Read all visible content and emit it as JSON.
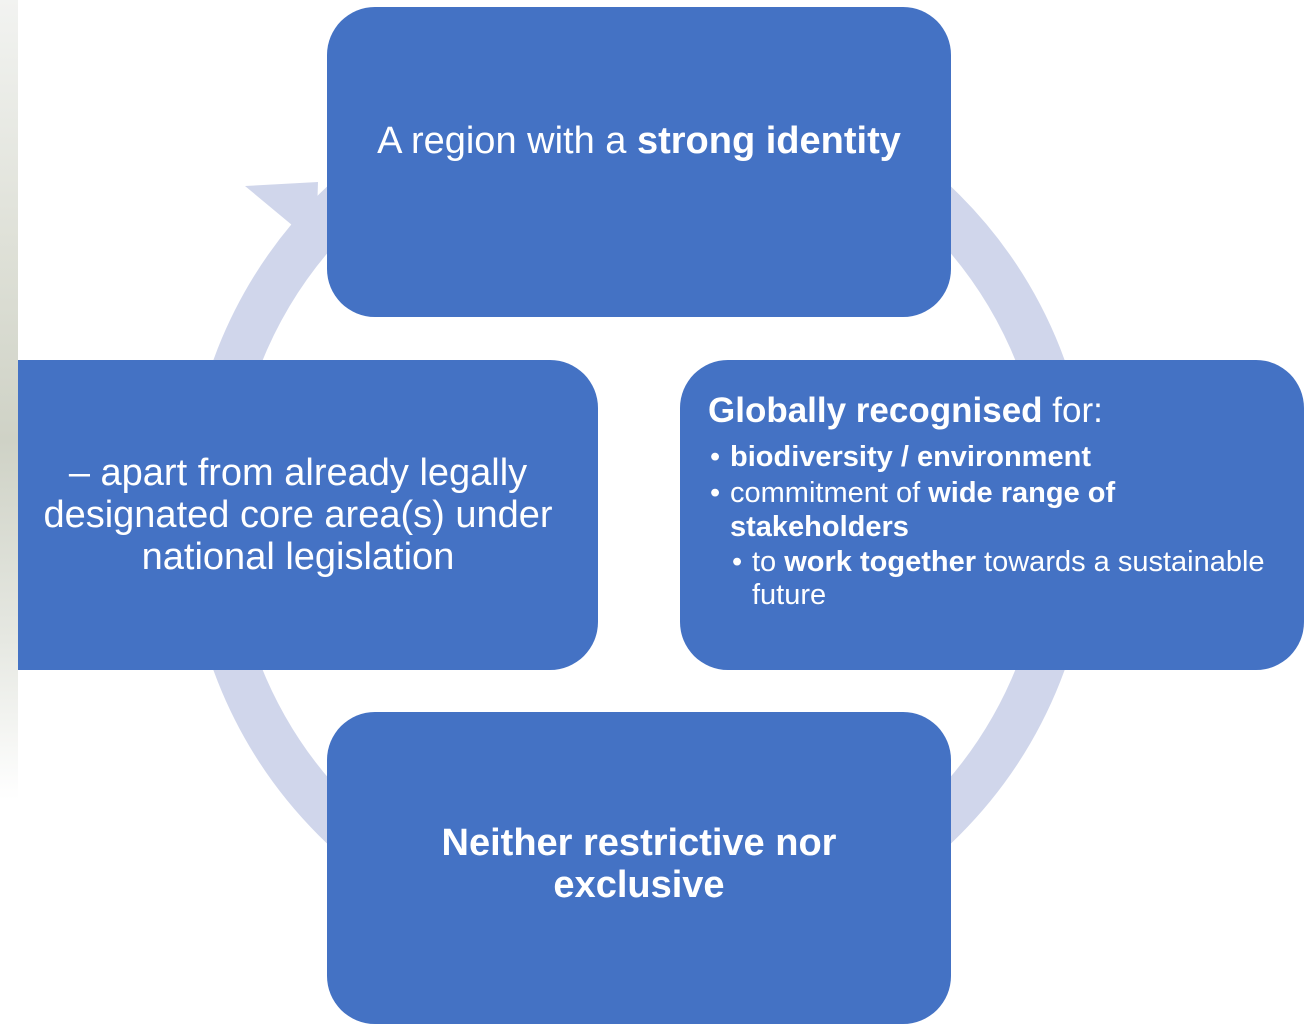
{
  "colors": {
    "node_fill": "#4472c4",
    "node_text": "#ffffff",
    "cycle_arrow": "#d0d6eb",
    "background": "#ffffff"
  },
  "nodes": {
    "top": {
      "text_plain": "A region with a ",
      "text_bold": "strong identity"
    },
    "left": {
      "text": "– apart from already legally designated core area(s) under national legislation"
    },
    "right": {
      "heading_bold": "Globally recognised",
      "heading_plain": " for:",
      "bullet1_bold": "biodiversity / environment",
      "bullet2_plain": "commitment of ",
      "bullet2_bold": "wide range of stakeholders",
      "sub_bullet_plain1": "to ",
      "sub_bullet_bold": "work together",
      "sub_bullet_plain2": " towards a sustainable future"
    },
    "bottom": {
      "text_bold": "Neither restrictive nor exclusive"
    }
  }
}
